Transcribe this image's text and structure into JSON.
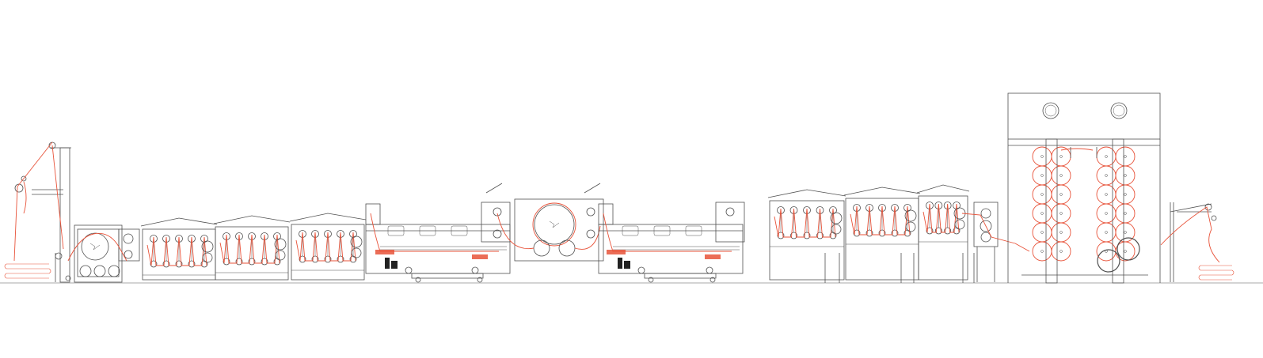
{
  "diagram": {
    "type": "textile-processing-line-schematic",
    "colors": {
      "machine": "#505050",
      "fabric_path": "#e8533a",
      "background": "#ffffff",
      "solid": "#222222"
    },
    "sections": [
      "unwind-stand-entry",
      "feed-cylinder-unit",
      "wash-compartment-1",
      "wash-compartment-2",
      "wash-compartment-3",
      "steamer-1",
      "central-drum-unit",
      "steamer-2",
      "wash-compartment-4",
      "wash-compartment-5",
      "wash-compartment-6",
      "squeeze-unit",
      "drying-cylinder-tower",
      "plaiter-exit"
    ]
  }
}
